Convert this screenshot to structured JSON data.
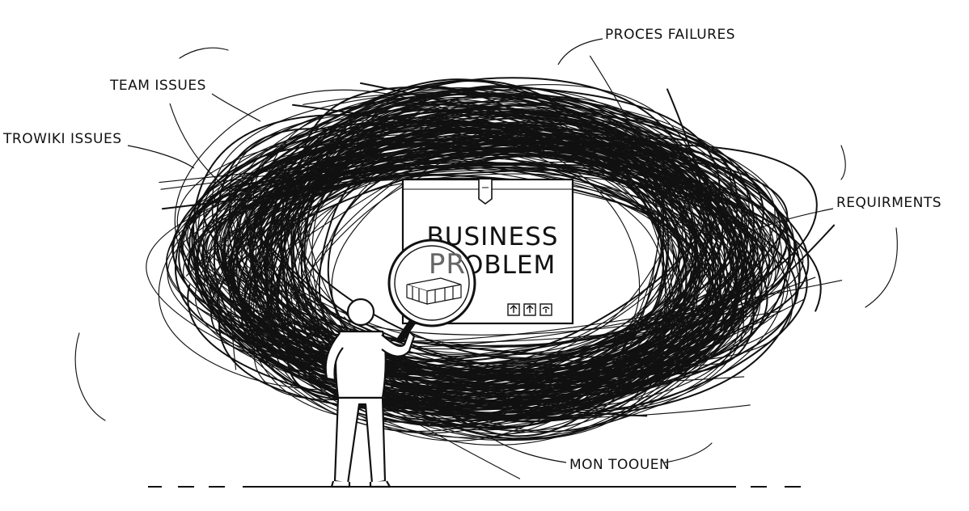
{
  "labels": {
    "process_failures": "PROCES FAILURES",
    "team_issues": "TEAM ISSUES",
    "trowiki_issues": "TROWIKI ISSUES",
    "requirements": "REQUIRMENTS",
    "mon_toouen": "MON TOOUEN"
  },
  "box": {
    "line1": "BUSINESS",
    "line2": "PROBLEM",
    "lens_text": "PR"
  },
  "colors": {
    "ink": "#111111",
    "paper": "#ffffff",
    "box_fill": "#ffffff"
  }
}
